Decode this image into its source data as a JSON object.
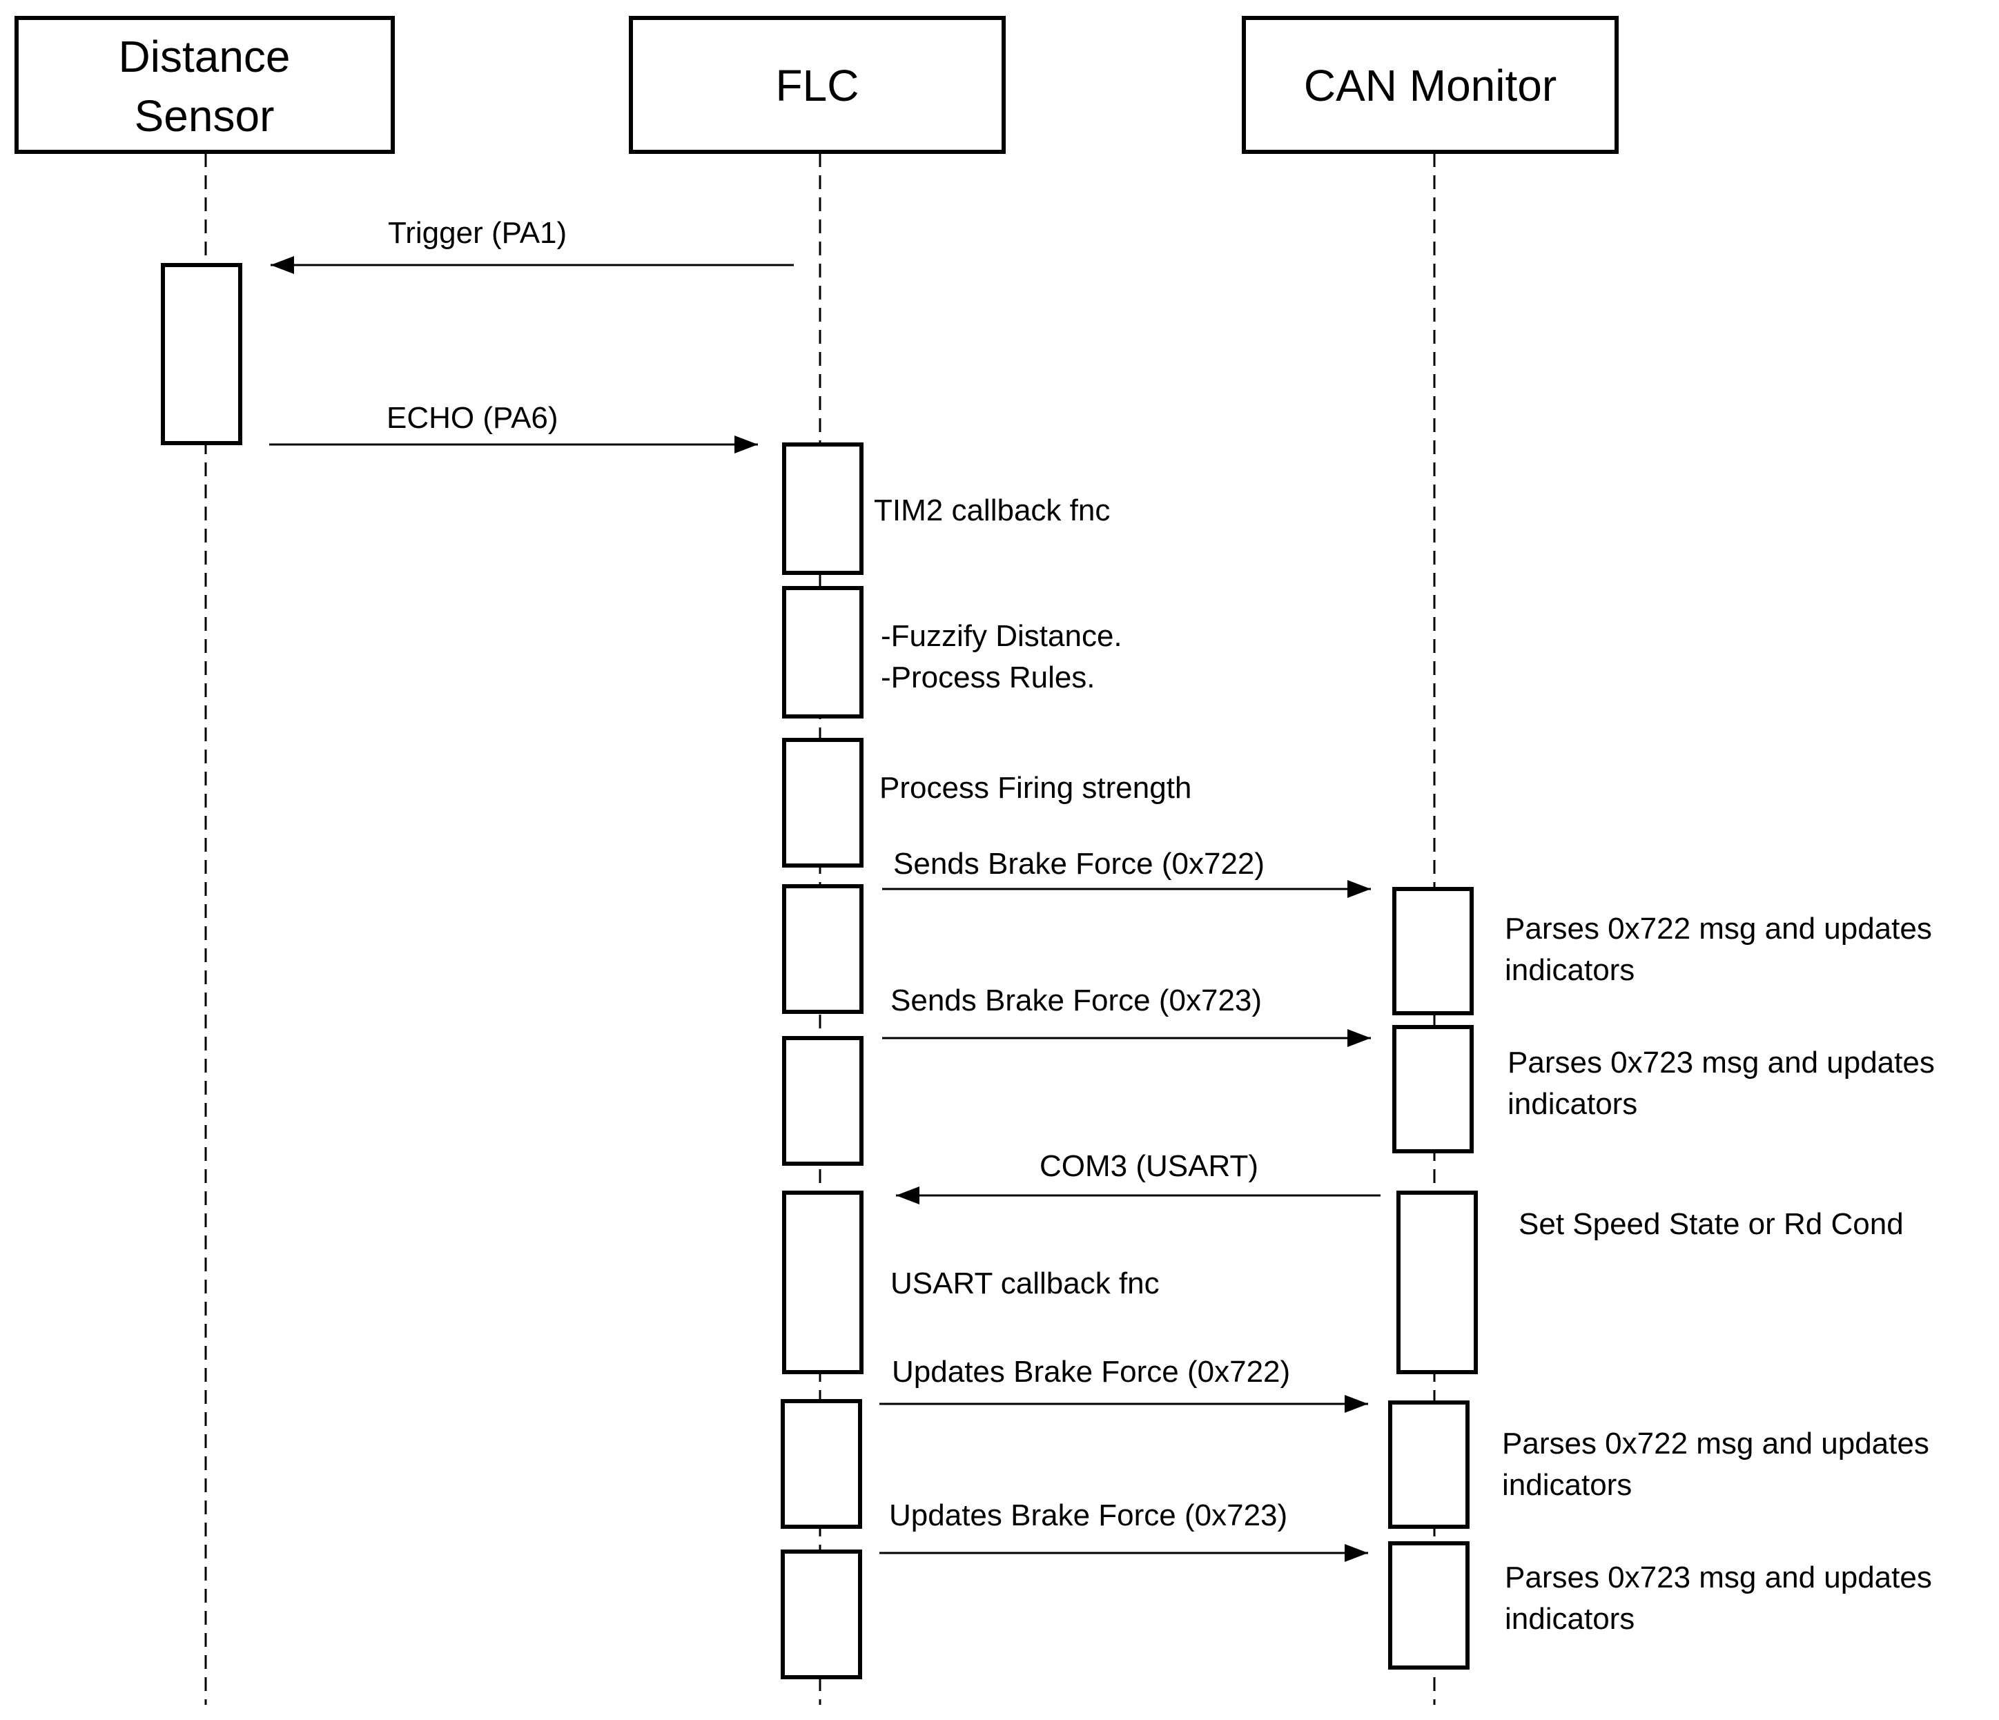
{
  "participants": [
    {
      "id": "sensor",
      "lines": [
        "Distance",
        "Sensor"
      ]
    },
    {
      "id": "flc",
      "lines": [
        "FLC"
      ]
    },
    {
      "id": "can",
      "lines": [
        "CAN Monitor"
      ]
    }
  ],
  "messages": [
    {
      "id": "trigger",
      "label": "Trigger (PA1)",
      "from": "flc",
      "to": "sensor"
    },
    {
      "id": "echo",
      "label": "ECHO (PA6)",
      "from": "sensor",
      "to": "flc"
    },
    {
      "id": "send722",
      "label": "Sends Brake Force (0x722)",
      "from": "flc",
      "to": "can"
    },
    {
      "id": "send723",
      "label": "Sends Brake Force (0x723)",
      "from": "flc",
      "to": "can"
    },
    {
      "id": "com3",
      "label": "COM3 (USART)",
      "from": "can",
      "to": "flc"
    },
    {
      "id": "upd722",
      "label": "Updates Brake Force (0x722)",
      "from": "flc",
      "to": "can"
    },
    {
      "id": "upd723",
      "label": "Updates Brake Force (0x723)",
      "from": "flc",
      "to": "can"
    }
  ],
  "notes": [
    {
      "id": "tim2",
      "lines": [
        "TIM2 callback fnc"
      ]
    },
    {
      "id": "fuzzify",
      "lines": [
        "-Fuzzify Distance.",
        "-Process Rules."
      ]
    },
    {
      "id": "firing",
      "lines": [
        "Process Firing strength"
      ]
    },
    {
      "id": "parse722a",
      "lines": [
        "Parses 0x722 msg and updates",
        "indicators"
      ]
    },
    {
      "id": "parse723a",
      "lines": [
        "Parses 0x723 msg and updates",
        "indicators"
      ]
    },
    {
      "id": "speed",
      "lines": [
        "Set Speed State or Rd Cond"
      ]
    },
    {
      "id": "usartcb",
      "lines": [
        "USART callback fnc"
      ]
    },
    {
      "id": "parse722b",
      "lines": [
        "Parses 0x722 msg and updates",
        "indicators"
      ]
    },
    {
      "id": "parse723b",
      "lines": [
        "Parses 0x723 msg and updates",
        "indicators"
      ]
    }
  ]
}
